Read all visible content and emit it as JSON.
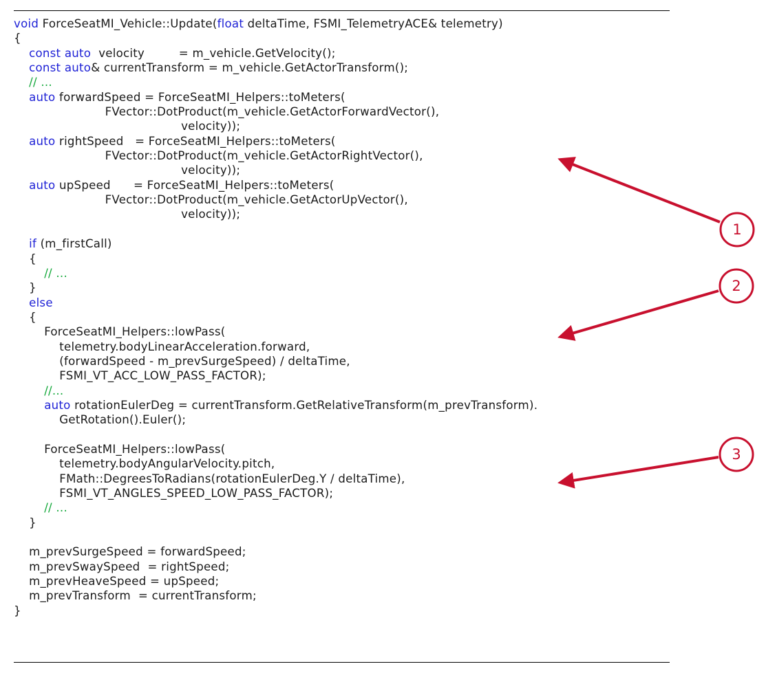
{
  "colors": {
    "keyword": "#1f22d6",
    "comment": "#13a83a",
    "text": "#1a1a1a",
    "annotation": "#c8102e"
  },
  "code_lines": [
    [
      {
        "t": "void",
        "k": "kw"
      },
      {
        "t": " ForceSeatMI_Vehicle::Update("
      },
      {
        "t": "float",
        "k": "kw"
      },
      {
        "t": " deltaTime, FSMI_TelemetryACE& telemetry)"
      }
    ],
    [
      {
        "t": "{"
      }
    ],
    [
      {
        "t": "    "
      },
      {
        "t": "const auto",
        "k": "kw"
      },
      {
        "t": "  velocity         = m_vehicle.GetVelocity();"
      }
    ],
    [
      {
        "t": "    "
      },
      {
        "t": "const auto",
        "k": "kw"
      },
      {
        "t": "& currentTransform = m_vehicle.GetActorTransform();"
      }
    ],
    [
      {
        "t": "    "
      },
      {
        "t": "// ...",
        "k": "cm"
      }
    ],
    [
      {
        "t": "    "
      },
      {
        "t": "auto",
        "k": "kw"
      },
      {
        "t": " forwardSpeed = ForceSeatMI_Helpers::toMeters("
      }
    ],
    [
      {
        "t": "                        FVector::DotProduct(m_vehicle.GetActorForwardVector(),"
      }
    ],
    [
      {
        "t": "                                            velocity));"
      }
    ],
    [
      {
        "t": "    "
      },
      {
        "t": "auto",
        "k": "kw"
      },
      {
        "t": " rightSpeed   = ForceSeatMI_Helpers::toMeters("
      }
    ],
    [
      {
        "t": "                        FVector::DotProduct(m_vehicle.GetActorRightVector(),"
      }
    ],
    [
      {
        "t": "                                            velocity));"
      }
    ],
    [
      {
        "t": "    "
      },
      {
        "t": "auto",
        "k": "kw"
      },
      {
        "t": " upSpeed      = ForceSeatMI_Helpers::toMeters("
      }
    ],
    [
      {
        "t": "                        FVector::DotProduct(m_vehicle.GetActorUpVector(),"
      }
    ],
    [
      {
        "t": "                                            velocity));"
      }
    ],
    [],
    [
      {
        "t": "    "
      },
      {
        "t": "if",
        "k": "kw"
      },
      {
        "t": " (m_firstCall)"
      }
    ],
    [
      {
        "t": "    {"
      }
    ],
    [
      {
        "t": "        "
      },
      {
        "t": "// ...",
        "k": "cm"
      }
    ],
    [
      {
        "t": "    }"
      }
    ],
    [
      {
        "t": "    "
      },
      {
        "t": "else",
        "k": "kw"
      }
    ],
    [
      {
        "t": "    {"
      }
    ],
    [
      {
        "t": "        ForceSeatMI_Helpers::lowPass("
      }
    ],
    [
      {
        "t": "            telemetry.bodyLinearAcceleration.forward,"
      }
    ],
    [
      {
        "t": "            (forwardSpeed - m_prevSurgeSpeed) / deltaTime,"
      }
    ],
    [
      {
        "t": "            FSMI_VT_ACC_LOW_PASS_FACTOR);"
      }
    ],
    [
      {
        "t": "        "
      },
      {
        "t": "//...",
        "k": "cm"
      }
    ],
    [
      {
        "t": "        "
      },
      {
        "t": "auto",
        "k": "kw"
      },
      {
        "t": " rotationEulerDeg = currentTransform.GetRelativeTransform(m_prevTransform)."
      }
    ],
    [
      {
        "t": "            GetRotation().Euler();"
      }
    ],
    [],
    [
      {
        "t": "        ForceSeatMI_Helpers::lowPass("
      }
    ],
    [
      {
        "t": "            telemetry.bodyAngularVelocity.pitch,"
      }
    ],
    [
      {
        "t": "            FMath::DegreesToRadians(rotationEulerDeg.Y / deltaTime),"
      }
    ],
    [
      {
        "t": "            FSMI_VT_ANGLES_SPEED_LOW_PASS_FACTOR);"
      }
    ],
    [
      {
        "t": "        "
      },
      {
        "t": "// ...",
        "k": "cm"
      }
    ],
    [
      {
        "t": "    }"
      }
    ],
    [],
    [
      {
        "t": "    m_prevSurgeSpeed = forwardSpeed;"
      }
    ],
    [
      {
        "t": "    m_prevSwaySpeed  = rightSpeed;"
      }
    ],
    [
      {
        "t": "    m_prevHeaveSpeed = upSpeed;"
      }
    ],
    [
      {
        "t": "    m_prevTransform  = currentTransform;"
      }
    ],
    [
      {
        "t": "}"
      }
    ]
  ],
  "annotations": [
    {
      "label": "1"
    },
    {
      "label": "2"
    },
    {
      "label": "3"
    }
  ]
}
